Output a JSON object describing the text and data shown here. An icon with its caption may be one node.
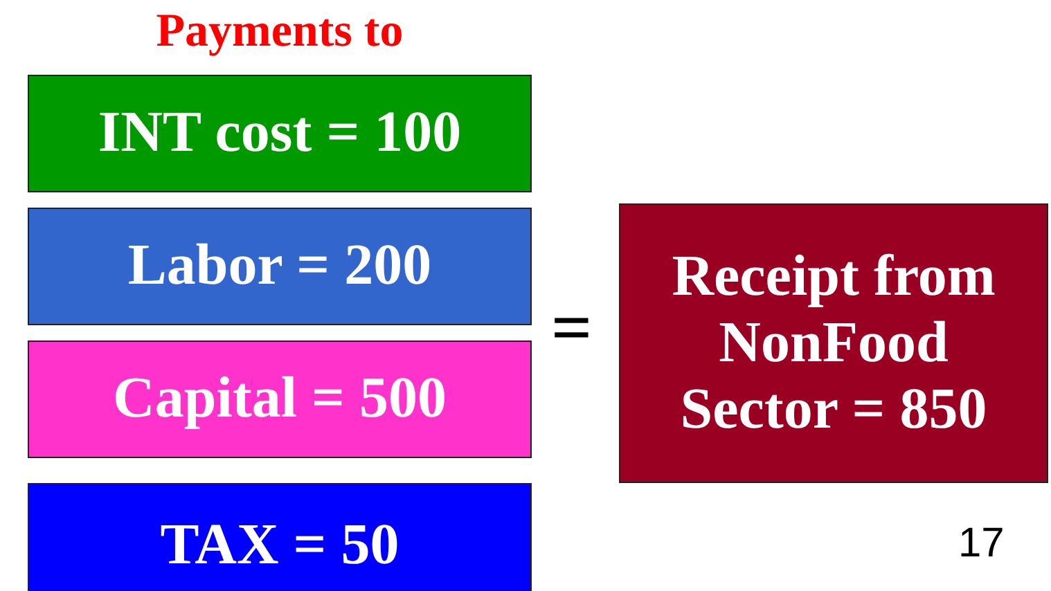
{
  "diagram": {
    "title": "Payments to",
    "nodes": [
      {
        "text": [
          "INT cost = 100"
        ]
      },
      {
        "text": [
          "Labor = 200"
        ]
      },
      {
        "text": [
          "Capital = 500"
        ]
      },
      {
        "text": [
          "TAX = 50"
        ]
      },
      {
        "text": [
          "Receipt from NonFood Sector = 850"
        ]
      }
    ],
    "edges": [],
    "labels": [
      "=",
      "17"
    ]
  }
}
